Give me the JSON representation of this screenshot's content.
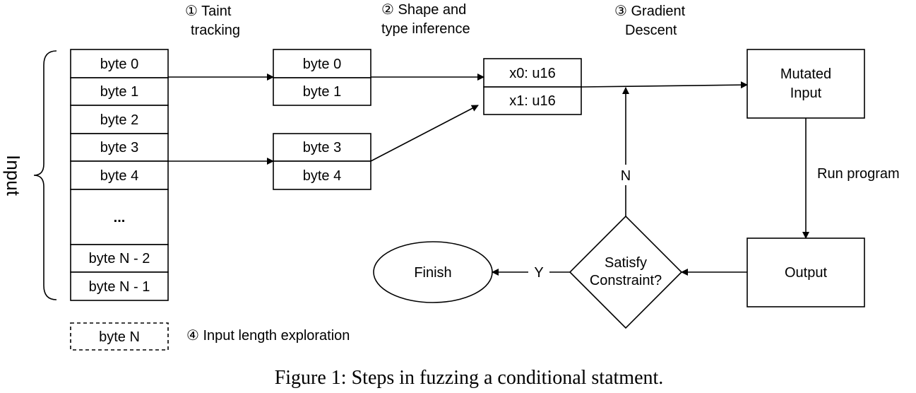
{
  "input_label": "Input",
  "input_bytes": [
    "byte 0",
    "byte 1",
    "byte 2",
    "byte 3",
    "byte 4",
    "...",
    "byte N - 2",
    "byte N - 1"
  ],
  "extra_byte": "byte N",
  "steps": {
    "taint": [
      "①  Taint",
      "tracking"
    ],
    "shape": [
      "② Shape and",
      "type inference"
    ],
    "gradient": [
      "③ Gradient",
      "Descent"
    ],
    "length": "④ Input length exploration"
  },
  "tainted_group_a": [
    "byte 0",
    "byte 1"
  ],
  "tainted_group_b": [
    "byte 3",
    "byte 4"
  ],
  "typed_vars": [
    "x0: u16",
    "x1: u16"
  ],
  "mutated_input": [
    "Mutated",
    "Input"
  ],
  "run_program": "Run program",
  "output": "Output",
  "decision": [
    "Satisfy",
    "Constraint?"
  ],
  "yes": "Y",
  "no": "N",
  "finish": "Finish",
  "caption": "Figure 1: Steps in fuzzing a conditional statment."
}
